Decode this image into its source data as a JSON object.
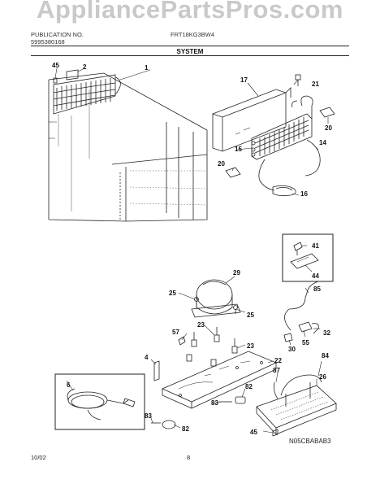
{
  "watermark": "AppliancePartsPros.com",
  "header": {
    "left_line1": "PUBLICATION NO.",
    "left_line2": "5995380168",
    "model": "FRT18KG3BW4",
    "title": "SYSTEM"
  },
  "callouts": {
    "c1": "1",
    "c2": "2",
    "c45a": "45",
    "c17": "17",
    "c21": "21",
    "c20a": "20",
    "c15": "15",
    "c14": "14",
    "c20b": "20",
    "c16": "16",
    "c41": "41",
    "c44": "44",
    "c29": "29",
    "c25a": "25",
    "c25b": "25",
    "c85": "85",
    "c57": "57",
    "c23a": "23",
    "c23b": "23",
    "c30": "30",
    "c55": "55",
    "c32": "32",
    "c4": "4",
    "c22": "22",
    "c84": "84",
    "c26": "26",
    "c87": "87",
    "c6": "6",
    "c82a": "82",
    "c83a": "83",
    "c83b": "83",
    "c82b": "82",
    "c45b": "45"
  },
  "diagram_code": "N05CBABAB3",
  "footer": {
    "date": "10/02",
    "page": "8"
  }
}
